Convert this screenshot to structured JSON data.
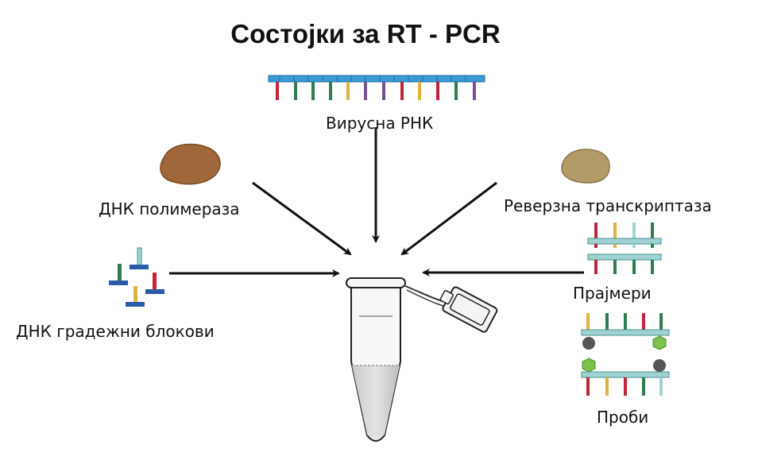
{
  "diagram": {
    "title": "Состојки за RT - PCR",
    "labels": {
      "viral_rna": "Вирусна РНК",
      "dna_polymerase": "ДНК полимераза",
      "reverse_transcriptase": "Реверзна транскриптаза",
      "dna_building_blocks": "ДНК градежни блокови",
      "primers": "Прајмери",
      "probes": "Проби"
    },
    "colors": {
      "backbone": "#3a9bd6",
      "red": "#c0263a",
      "green": "#2e7d4f",
      "yellow": "#e0b040",
      "purple": "#7a4f9a",
      "light_teal": "#9fd3d3",
      "polymerase": "#a0673a",
      "reverse_transcriptase": "#b39b69",
      "blue_block": "#2b5aa8",
      "probe_gray": "#555555",
      "probe_green": "#7cc24a"
    }
  }
}
